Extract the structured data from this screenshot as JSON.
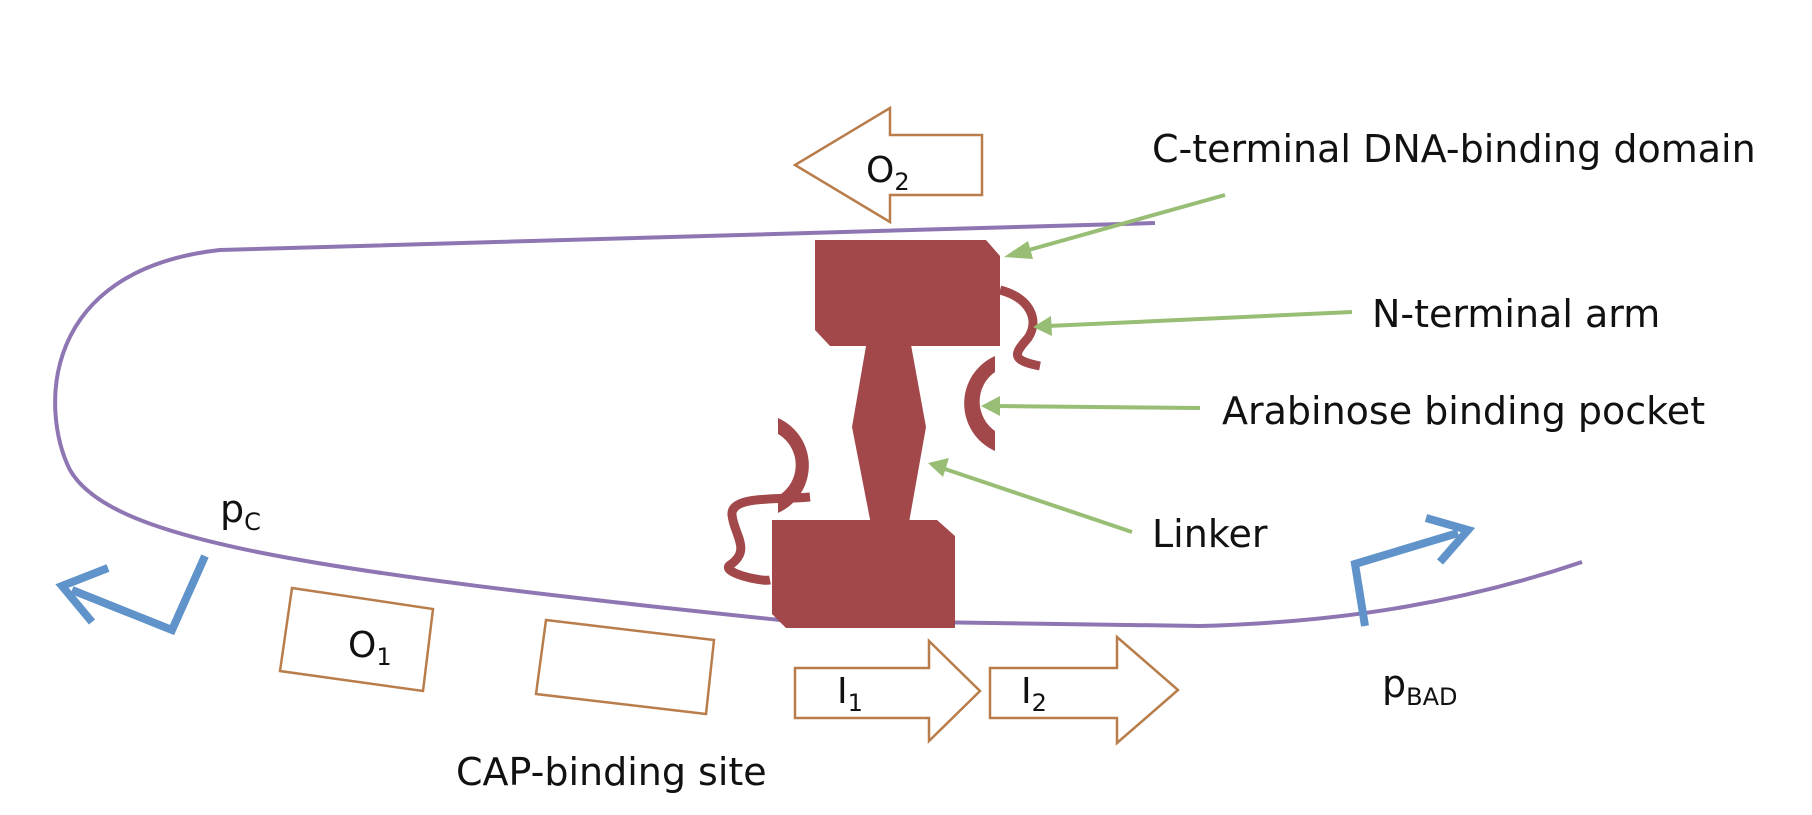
{
  "colors": {
    "dna": "#8e76b3",
    "protein": "#a3484a",
    "pointer": "#98bd74",
    "promoter": "#5f93c9",
    "site_outline": "#b87d4b"
  },
  "labels": {
    "c_terminal": "C-terminal DNA-binding domain",
    "n_terminal": "N-terminal arm",
    "pocket": "Arabinose binding pocket",
    "linker": "Linker",
    "cap_site": "CAP-binding site"
  },
  "sites": {
    "o2": {
      "main": "O",
      "sub": "2"
    },
    "o1": {
      "main": "O",
      "sub": "1"
    },
    "i1": {
      "main": "I",
      "sub": "1"
    },
    "i2": {
      "main": "I",
      "sub": "2"
    }
  },
  "promoters": {
    "pc": {
      "main": "p",
      "sub": "C"
    },
    "pbad": {
      "main": "p",
      "sub": "BAD"
    }
  },
  "icons": {
    "pc_arrow": "bent-arrow-icon",
    "pbad_arrow": "bent-arrow-icon"
  }
}
